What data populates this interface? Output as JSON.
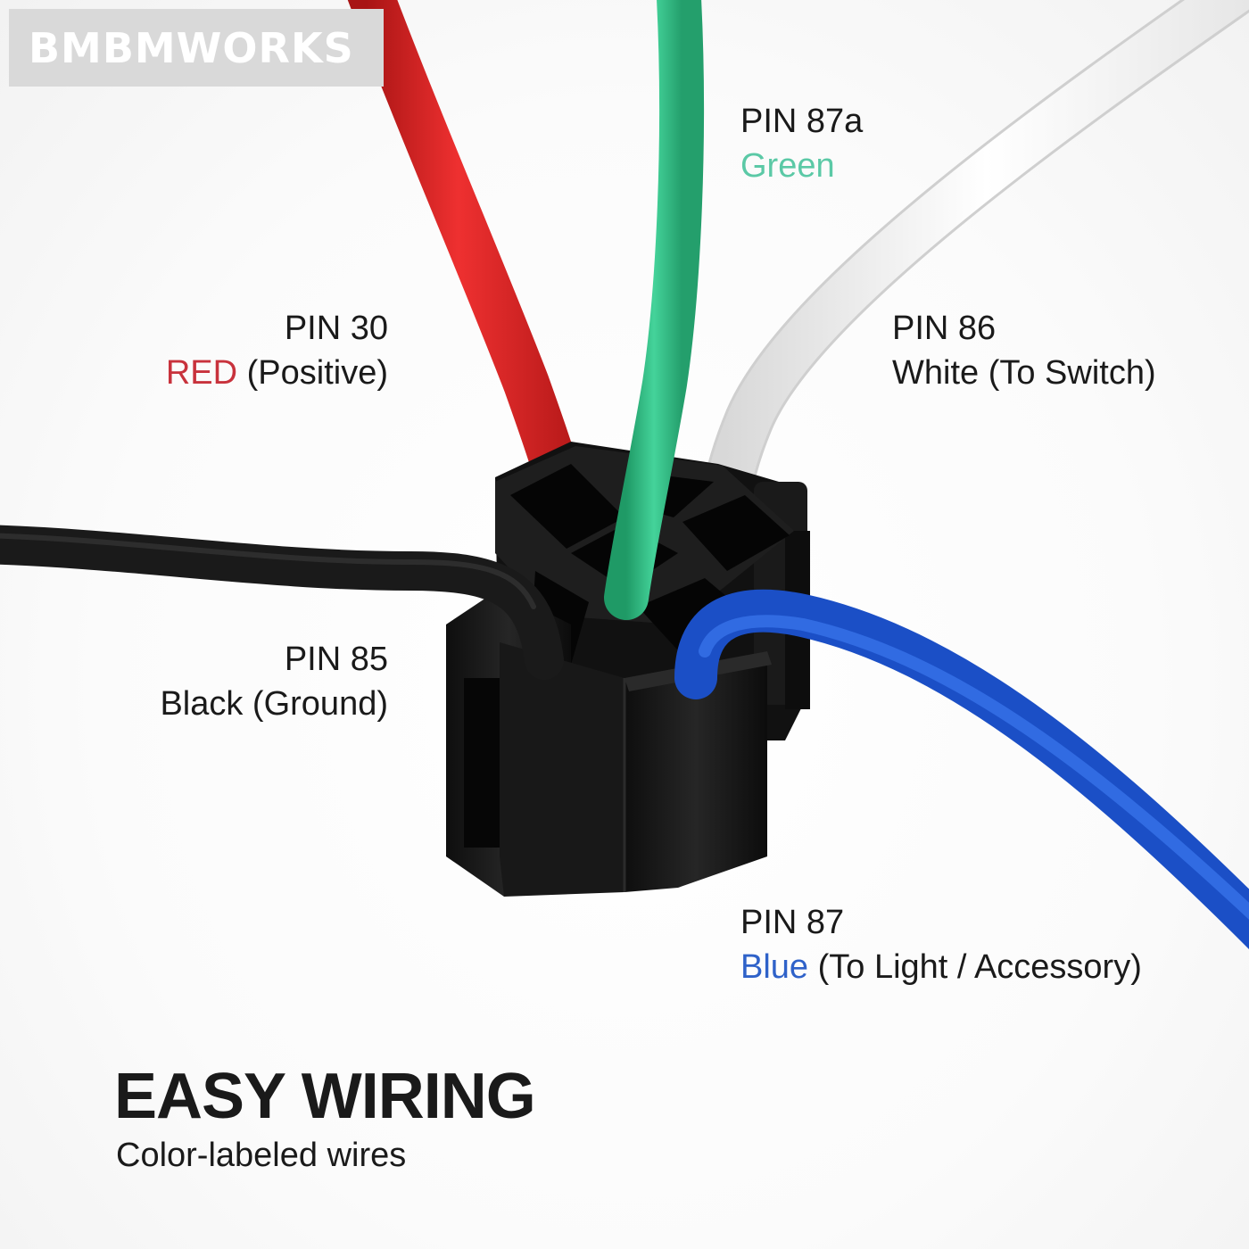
{
  "watermark": {
    "text": "BMBMWORKS"
  },
  "colors": {
    "red_label": "#c8323c",
    "green_label": "#5bc9a6",
    "blue_label": "#2f62c9",
    "wire_red": "#e42a2a",
    "wire_green": "#2fb97e",
    "wire_white": "#f4f4f4",
    "wire_black": "#1c1c1c",
    "wire_blue": "#1f56d6",
    "connector": "#151515"
  },
  "pins": [
    {
      "id": "30",
      "title": "PIN 30",
      "color_word": "RED",
      "description": " (Positive)"
    },
    {
      "id": "87a",
      "title": "PIN 87a",
      "color_word": "Green",
      "description": ""
    },
    {
      "id": "86",
      "title": "PIN 86",
      "color_word": "",
      "description": "White (To Switch)"
    },
    {
      "id": "85",
      "title": "PIN 85",
      "color_word": "",
      "description": "Black (Ground)"
    },
    {
      "id": "87",
      "title": "PIN 87",
      "color_word": "Blue",
      "description": " (To Light / Accessory)"
    }
  ],
  "headline": "EASY WIRING",
  "subline": "Color-labeled wires"
}
